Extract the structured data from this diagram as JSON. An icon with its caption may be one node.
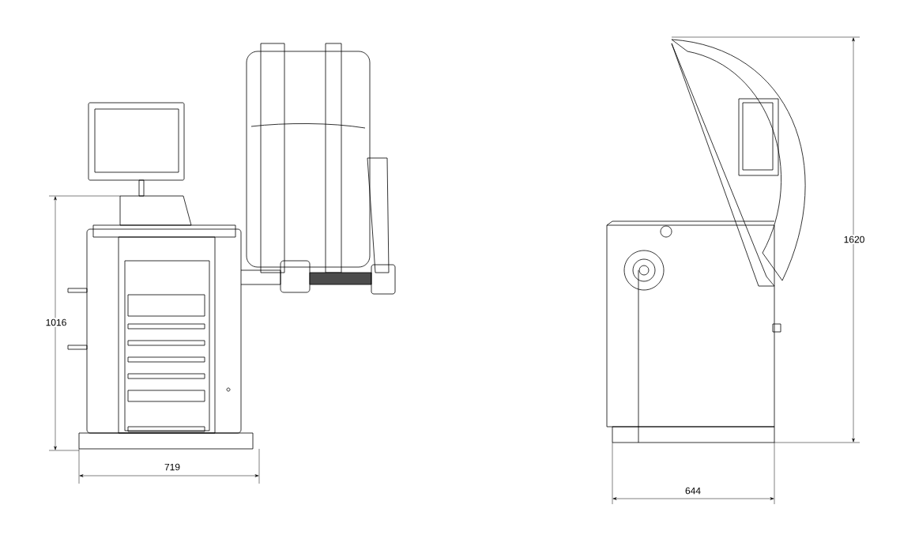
{
  "diagram": {
    "labels": [
      "1620",
      "1016",
      "719",
      "644"
    ]
  }
}
